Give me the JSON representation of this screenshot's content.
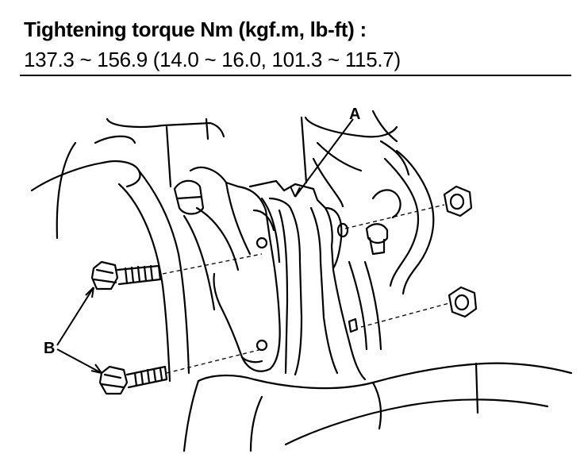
{
  "spec": {
    "line1": "Tightening torque Nm (kgf.m, lb-ft) :",
    "line2": "137.3 ~ 156.9 (14.0 ~ 16.0, 101.3 ~ 115.7)"
  },
  "callouts": {
    "a": "A",
    "b": "B"
  }
}
